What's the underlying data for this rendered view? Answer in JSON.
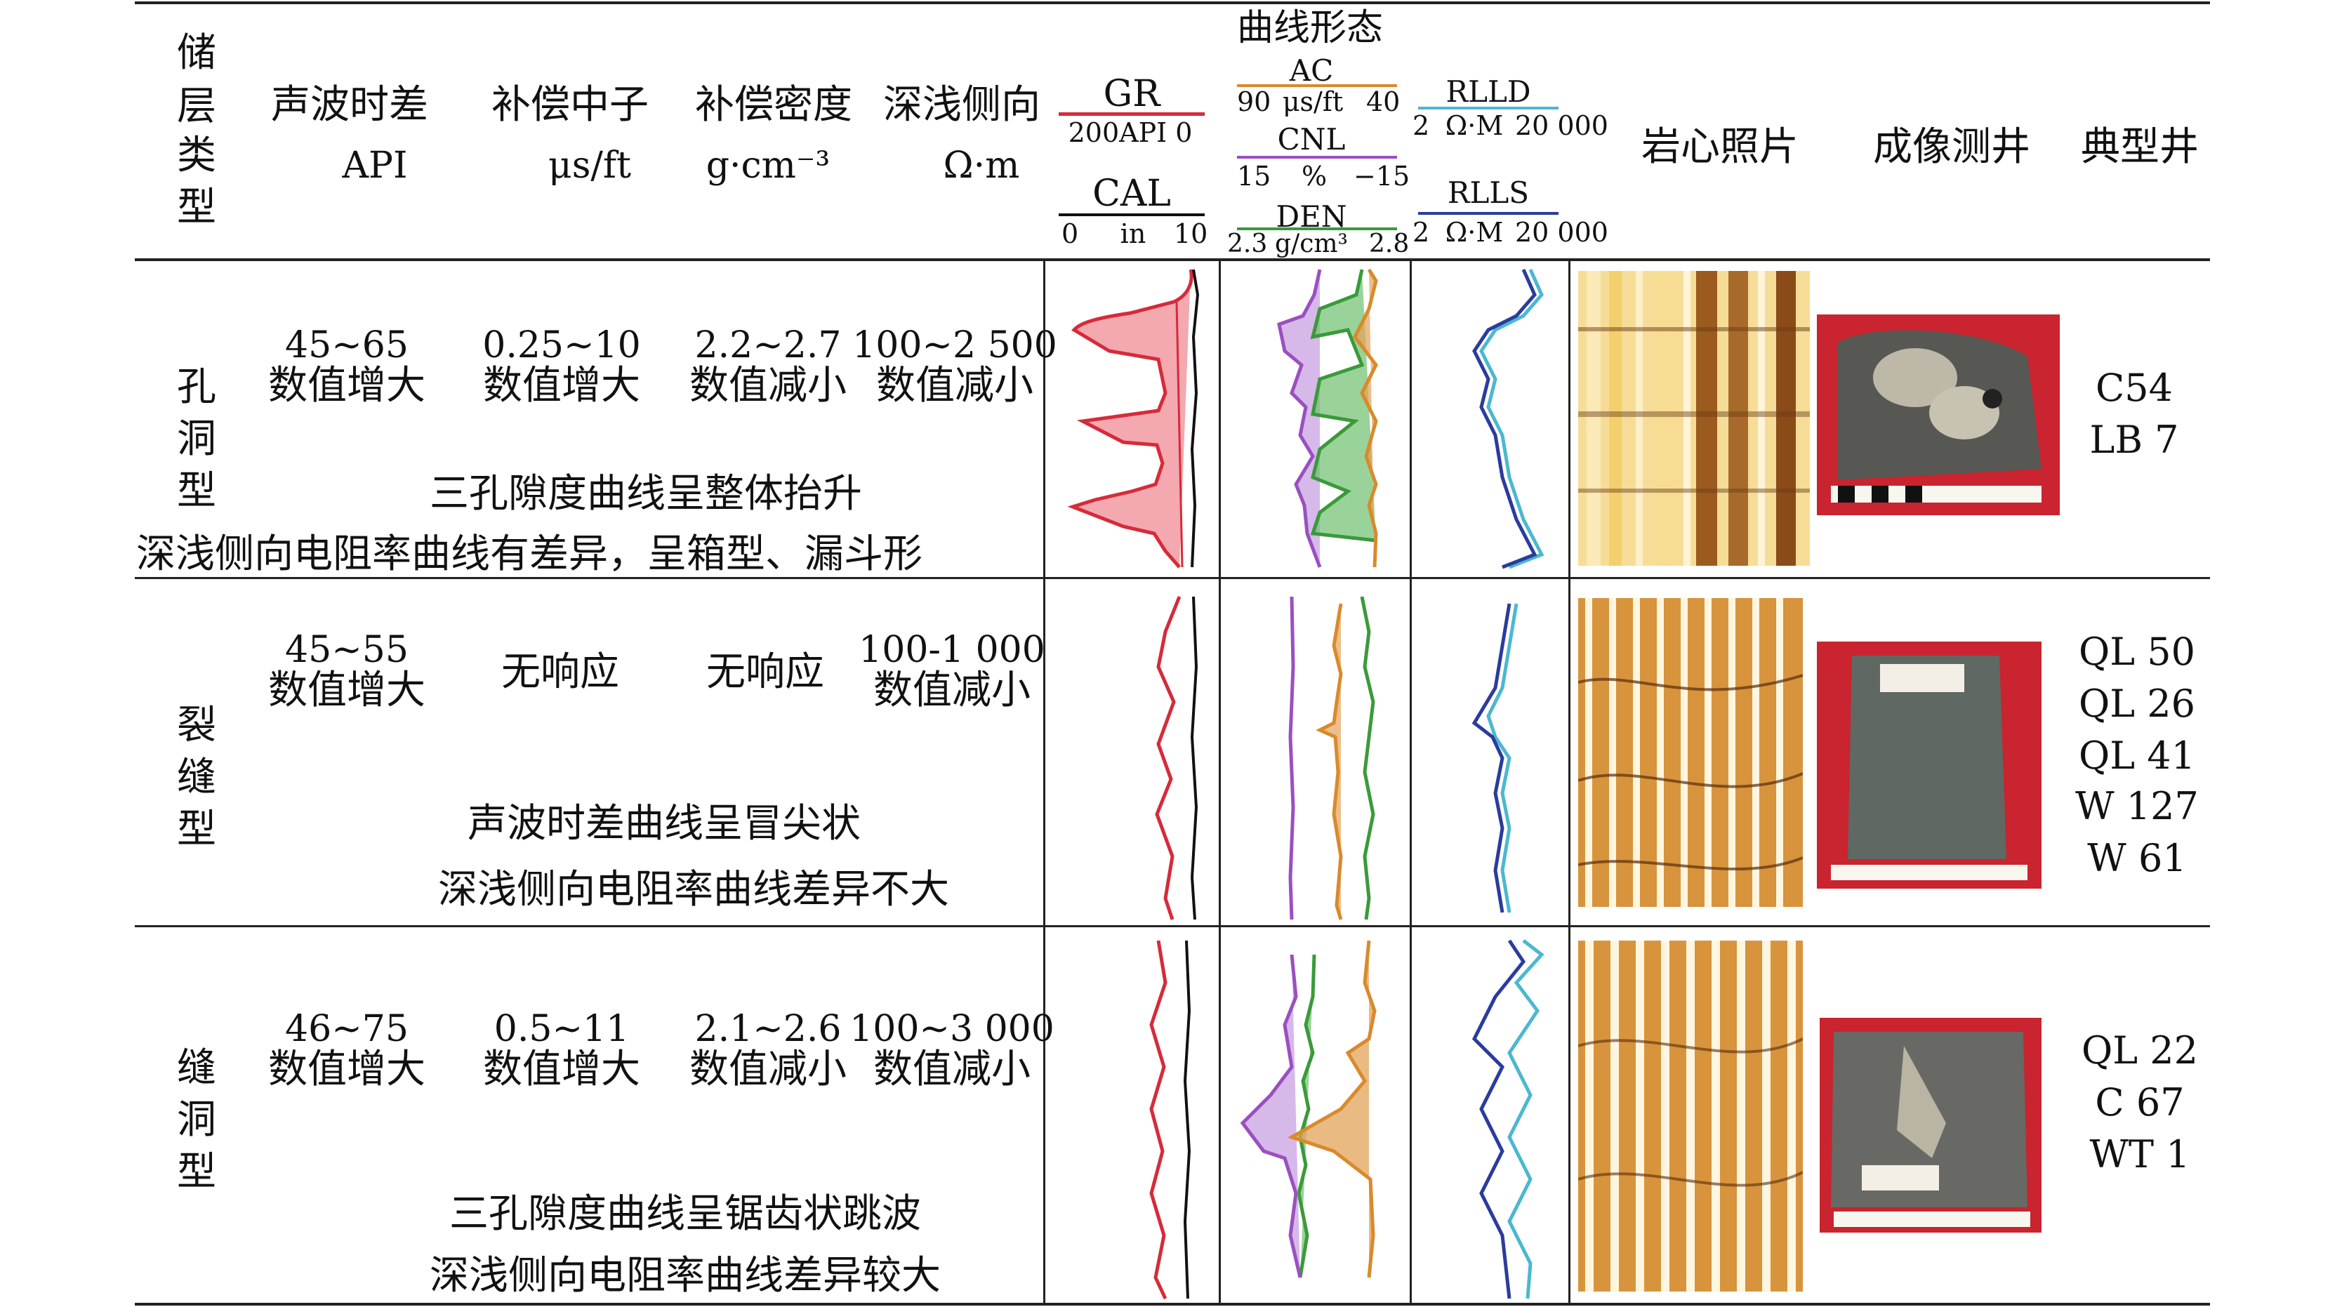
{
  "header": {
    "type_col": [
      "储",
      "层",
      "类",
      "型"
    ],
    "sonic": {
      "name": "声波时差",
      "unit": "API"
    },
    "neutron": {
      "name": "补偿中子",
      "unit": "μs/ft"
    },
    "density": {
      "name": "补偿密度",
      "unit": "g·cm⁻³"
    },
    "resist": {
      "name": "深浅侧向",
      "unit": "Ω·m"
    },
    "gr": {
      "name": "GR",
      "scale": "200API  0",
      "color": "#d62b3a"
    },
    "cal": {
      "name": "CAL",
      "scale_left": "0",
      "scale_mid": "in",
      "scale_right": "10",
      "color": "#111111"
    },
    "curve_shape": "曲线形态",
    "ac": {
      "name": "AC",
      "scale_left": "90",
      "scale_mid": "μs/ft",
      "scale_right": "40",
      "color": "#d98a2b"
    },
    "cnl": {
      "name": "CNL",
      "scale_left": "15",
      "scale_mid": "%",
      "scale_right": "−15",
      "color": "#9b4fc0"
    },
    "den": {
      "name": "DEN",
      "scale_left": "2.3",
      "scale_mid": "g/cm³",
      "scale_right": "2.8",
      "color": "#3a9a3a"
    },
    "rlld": {
      "name": "RLLD",
      "scale_left": "2",
      "scale_mid": "Ω·M",
      "scale_right": "20 000",
      "color": "#4bb8d0"
    },
    "rlls": {
      "name": "RLLS",
      "scale_left": "2",
      "scale_mid": "Ω·M",
      "scale_right": "20 000",
      "color": "#2a3c9c"
    },
    "core_photo": "岩心照片",
    "imaging": "成像测井",
    "typical_well": "典型井"
  },
  "rows": [
    {
      "type": [
        "孔",
        "洞",
        "型"
      ],
      "sonic": [
        "45~65",
        "数值增大"
      ],
      "neutron": [
        "0.25~10",
        "数值增大"
      ],
      "density": [
        "2.2~2.7",
        "数值减小"
      ],
      "resist": [
        "100~2 500",
        "数值减小"
      ],
      "note1": "三孔隙度曲线呈整体抬升",
      "note2": "深浅侧向电阻率曲线有差异，呈箱型、漏斗形",
      "wells": [
        "C54",
        "LB 7"
      ]
    },
    {
      "type": [
        "裂",
        "缝",
        "型"
      ],
      "sonic": [
        "45~55",
        "数值增大"
      ],
      "neutron": [
        "无响应"
      ],
      "density": [
        "无响应"
      ],
      "resist": [
        "100-1 000",
        "数值减小"
      ],
      "note1": "声波时差曲线呈冒尖状",
      "note2": "深浅侧向电阻率曲线差异不大",
      "wells": [
        "QL 50",
        "QL 26",
        "QL 41",
        "W 127",
        "W 61"
      ]
    },
    {
      "type": [
        "缝",
        "洞",
        "型"
      ],
      "sonic": [
        "46~75",
        "数值增大"
      ],
      "neutron": [
        "0.5~11",
        "数值增大"
      ],
      "density": [
        "2.1~2.6",
        "数值减小"
      ],
      "resist": [
        "100~3 000",
        "数值减小"
      ],
      "note1": "三孔隙度曲线呈锯齿状跳波",
      "note2": "深浅侧向电阻率曲线差异较大",
      "wells": [
        "QL 22",
        "C 67",
        "WT 1"
      ]
    }
  ]
}
